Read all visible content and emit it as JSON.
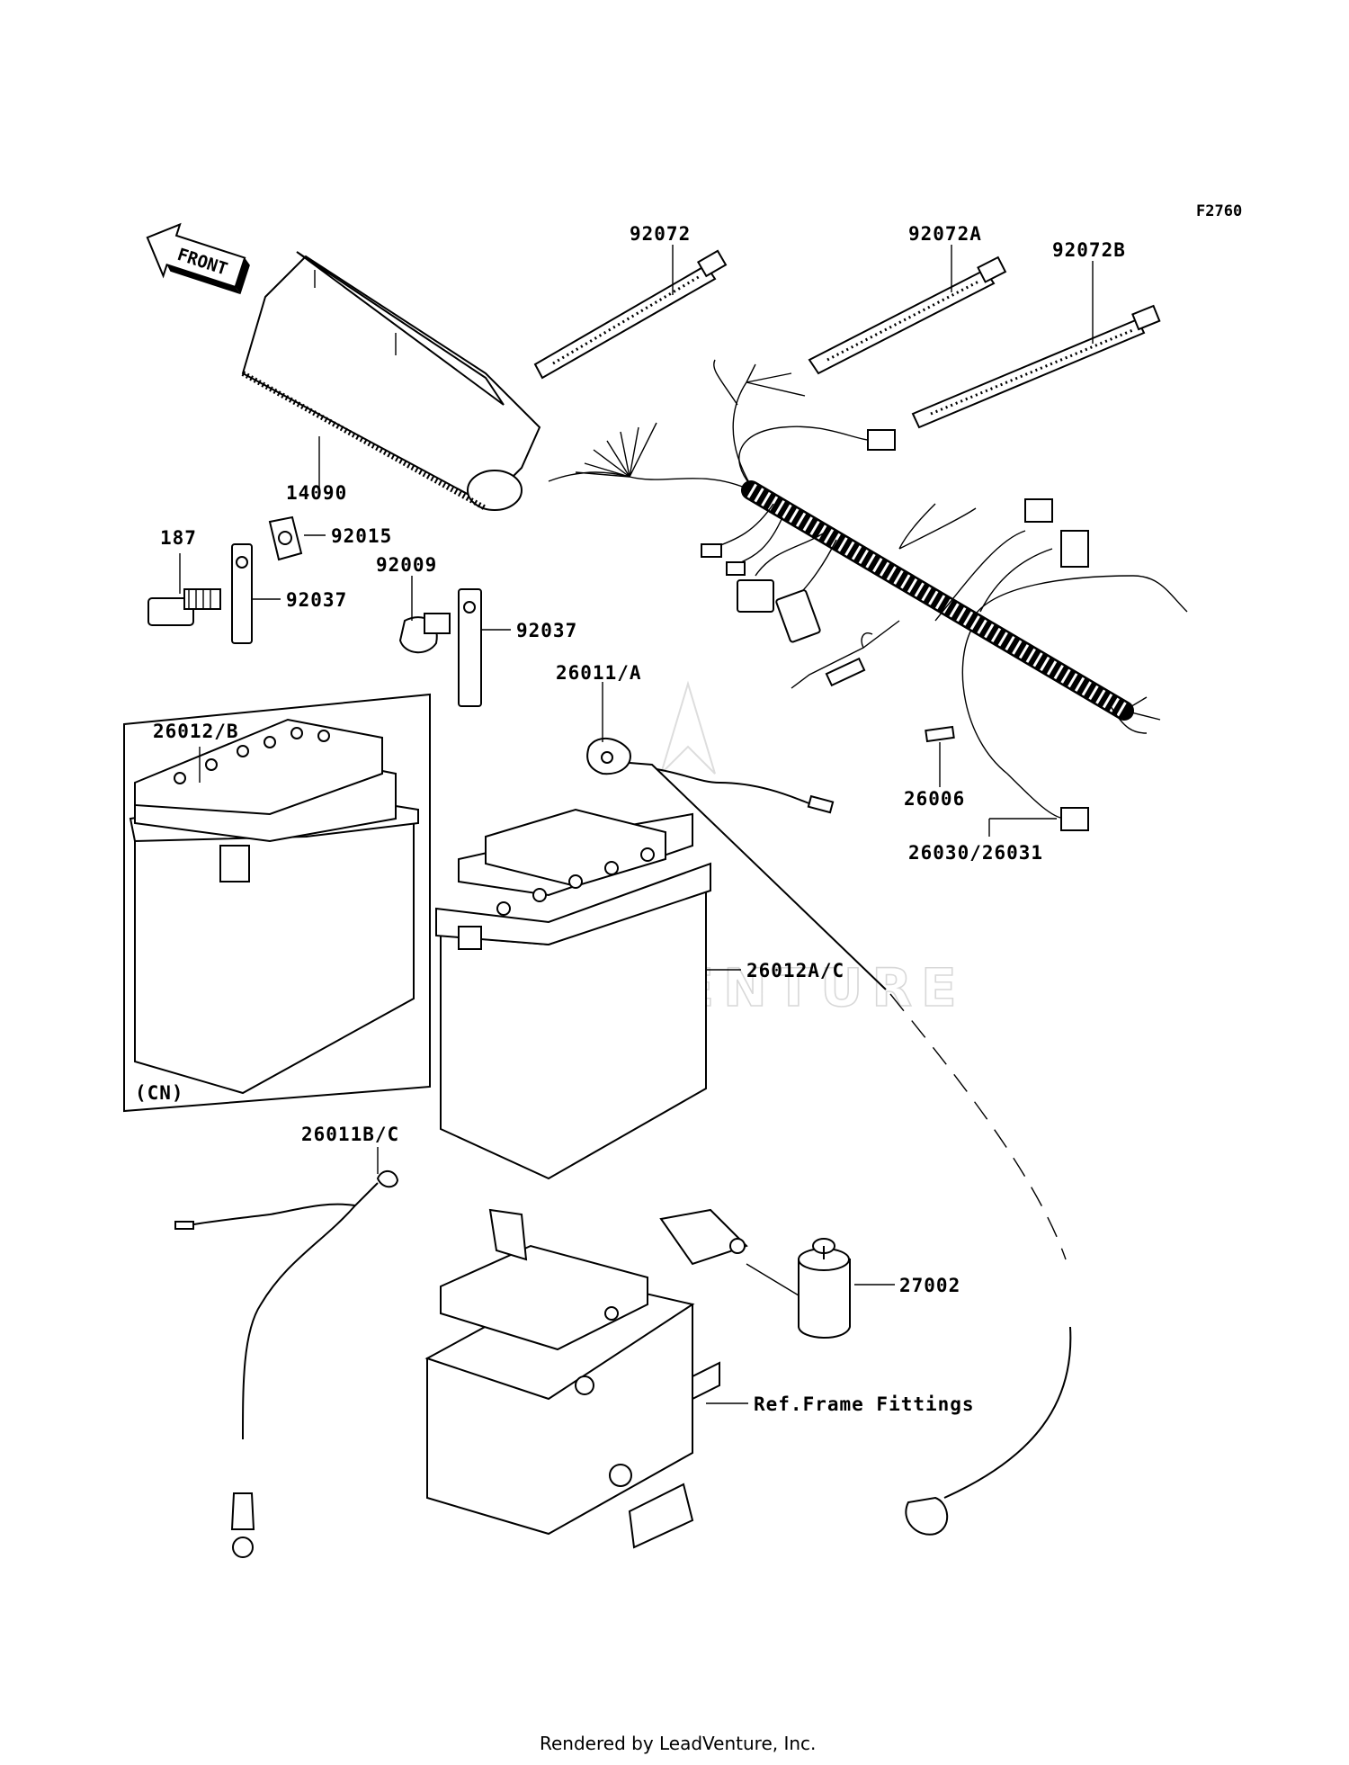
{
  "figure_code": "F2760",
  "front_label": "FRONT",
  "watermark": "LEADVENTURE",
  "footer": "Rendered by LeadVenture, Inc.",
  "callouts": {
    "p92072": "92072",
    "p92072A": "92072A",
    "p92072B": "92072B",
    "p14090": "14090",
    "p187": "187",
    "p92015": "92015",
    "p92037_left": "92037",
    "p92009": "92009",
    "p92037_right": "92037",
    "p26011A": "26011/A",
    "p26012B": "26012/B",
    "p26006": "26006",
    "p26030": "26030/26031",
    "p26012AC": "26012A/C",
    "pCN": "(CN)",
    "p26011BC": "26011B/C",
    "p27002": "27002",
    "pFrame": "Ref.Frame Fittings"
  }
}
